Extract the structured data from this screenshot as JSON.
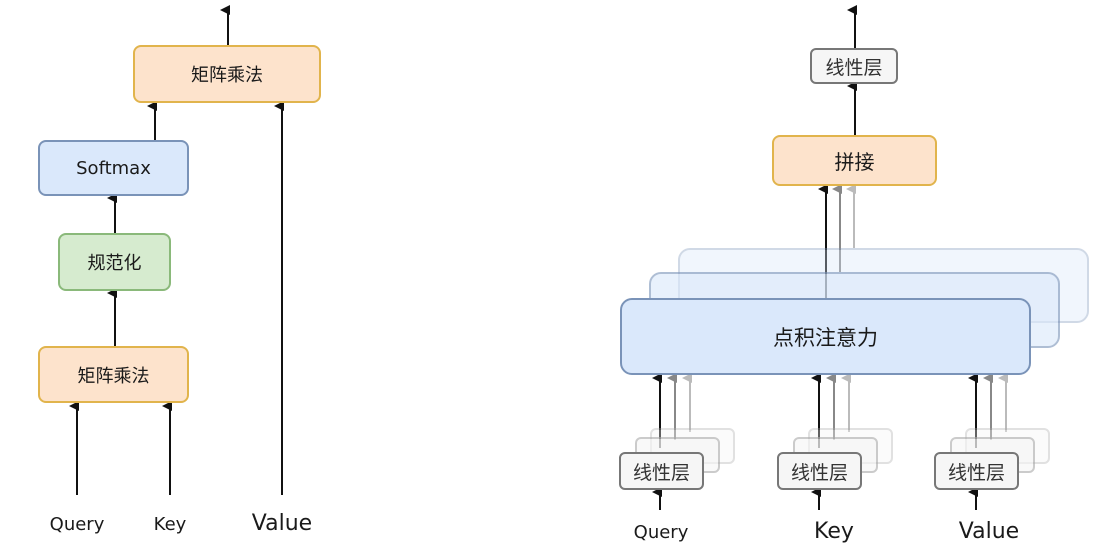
{
  "left": {
    "matmul_top": "矩阵乘法",
    "softmax": "Softmax",
    "normalize": "规范化",
    "matmul_bottom": "矩阵乘法",
    "inputs": [
      "Query",
      "Key",
      "Value"
    ]
  },
  "right": {
    "linear_top": "线性层",
    "concat": "拼接",
    "dot_attention": "点积注意力",
    "linear_input": "线性层",
    "inputs": [
      "Query",
      "Key",
      "Value"
    ]
  },
  "colors": {
    "orange_fill": "#fde3cc",
    "orange_border": "#e1b44c",
    "blue_fill": "#dae8fb",
    "blue_border": "#7a93b8",
    "green_fill": "#d6ebcf",
    "green_border": "#8ab97a"
  }
}
